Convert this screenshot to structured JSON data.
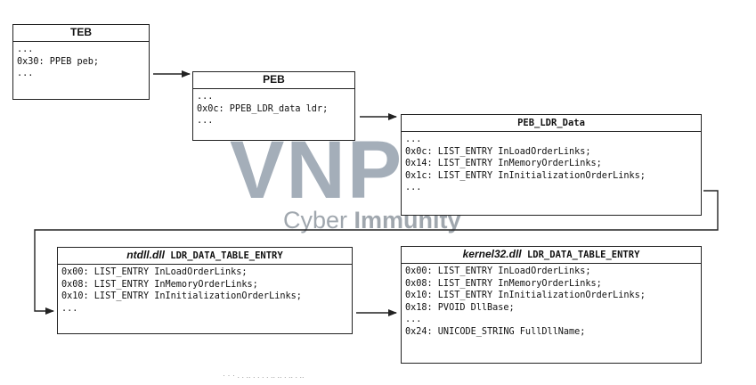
{
  "watermark": {
    "brand": "VNPT",
    "sub_light": "Cyber ",
    "sub_bold": "Immunity"
  },
  "colors": {
    "line": "#222222",
    "watermark": "#5a6c80",
    "watermark_accent": "#78c8eb"
  },
  "boxes": {
    "teb": {
      "title": "TEB",
      "lines": [
        "...",
        "0x30: PPEB peb;",
        "..."
      ]
    },
    "peb": {
      "title": "PEB",
      "lines": [
        "...",
        "0x0c: PPEB_LDR_data ldr;",
        "..."
      ]
    },
    "peb_ldr_data": {
      "title": "PEB_LDR_Data",
      "lines": [
        "...",
        "0x0c: LIST_ENTRY InLoadOrderLinks;",
        "0x14: LIST_ENTRY InMemoryOrderLinks;",
        "0x1c: LIST_ENTRY InInitializationOrderLinks;",
        "..."
      ]
    },
    "ntdll_entry": {
      "title_module": "ntdll.dll",
      "title_struct": " LDR_DATA_TABLE_ENTRY",
      "lines": [
        "0x00: LIST_ENTRY InLoadOrderLinks;",
        "0x08: LIST_ENTRY InMemoryOrderLinks;",
        "0x10: LIST_ENTRY InInitializationOrderLinks;",
        "..."
      ]
    },
    "kernel32_entry": {
      "title_module": "kernel32.dll",
      "title_struct": " LDR_DATA_TABLE_ENTRY",
      "lines": [
        "0x00: LIST_ENTRY InLoadOrderLinks;",
        "0x08: LIST_ENTRY InMemoryOrderLinks;",
        "0x10: LIST_ENTRY InInitializationOrderLinks;",
        "0x18: PVOID DllBase;",
        "...",
        "0x24: UNICODE_STRING FullDllName;"
      ]
    }
  },
  "caption": "· · · . . .. . . . . .. ..  . .. . .."
}
